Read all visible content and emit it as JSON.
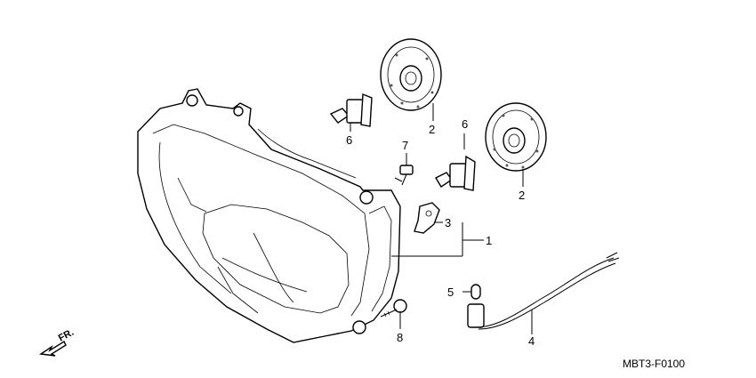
{
  "diagram": {
    "callouts": {
      "c1": "1",
      "c2a": "2",
      "c2b": "2",
      "c3": "3",
      "c4": "4",
      "c5": "5",
      "c6a": "6",
      "c6b": "6",
      "c7": "7",
      "c8": "8"
    },
    "direction_label": "FR.",
    "drawing_code": "MBT3-F0100"
  }
}
